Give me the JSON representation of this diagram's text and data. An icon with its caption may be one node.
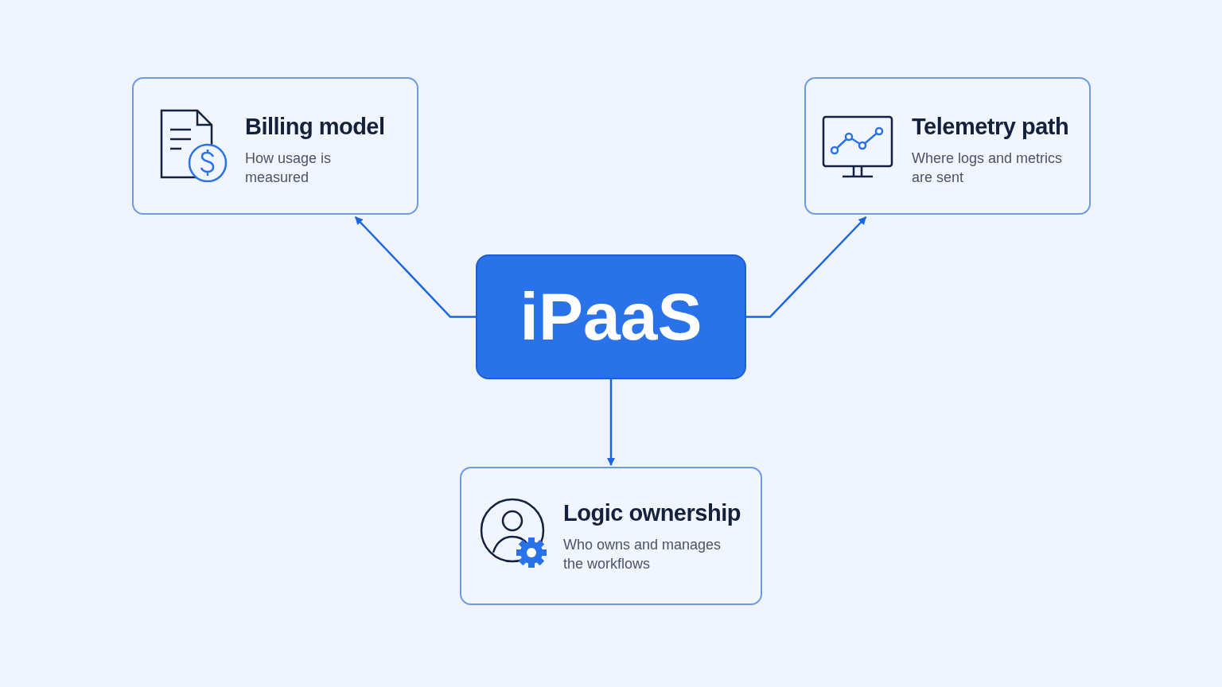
{
  "diagram": {
    "nodes": [
      {
        "text": [
          "iPaaS"
        ]
      },
      {
        "text": [
          "Billing model",
          "How usage is measured"
        ]
      },
      {
        "text": [
          "Telemetry path",
          "Where logs and metrics are sent"
        ]
      },
      {
        "text": [
          "Logic ownership",
          "Who owns and manages the workflows"
        ]
      }
    ],
    "edges": [
      {
        "from": 0,
        "to": 1,
        "arrow": "to"
      },
      {
        "from": 0,
        "to": 2,
        "arrow": "to"
      },
      {
        "from": 0,
        "to": 3,
        "arrow": "to"
      }
    ]
  }
}
